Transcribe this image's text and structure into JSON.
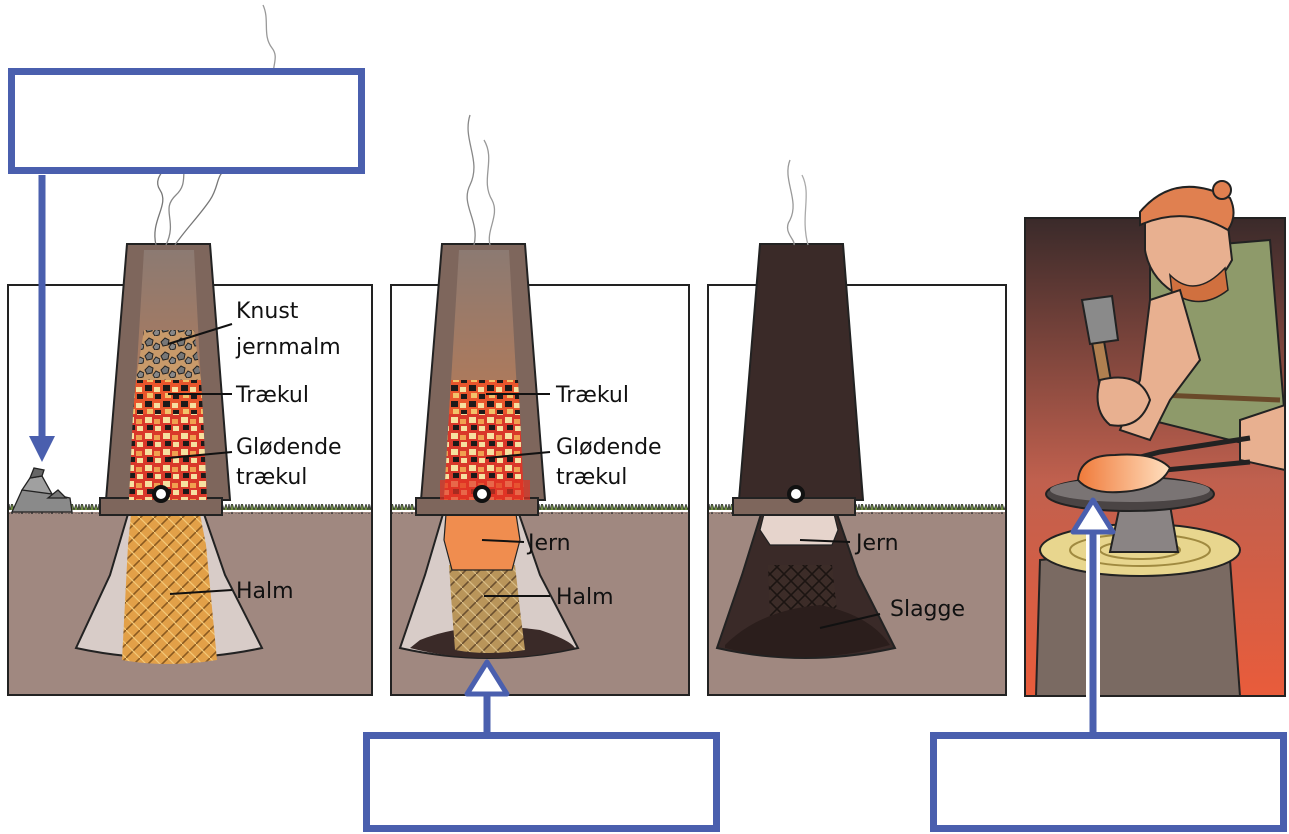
{
  "labels": {
    "knust_line1": "Knust",
    "knust_line2": "jernmalm",
    "traekul_1": "Trækul",
    "glodende_1_line1": "Glødende",
    "glodende_1_line2": "trækul",
    "halm_1": "Halm",
    "traekul_2": "Trækul",
    "glodende_2_line1": "Glødende",
    "glodende_2_line2": "trækul",
    "jern_2": "Jern",
    "halm_2": "Halm",
    "jern_3": "Jern",
    "slagge_3": "Slagge"
  },
  "answer_boxes": [
    {
      "label": ""
    },
    {
      "label": ""
    },
    {
      "label": ""
    }
  ],
  "colors": {
    "box_border": "#4a5fae",
    "soil": "#a08880",
    "chimney": "#7e665c",
    "fire": "#e63a25",
    "ember": "#f4a33c",
    "straw": "#e0a04a",
    "iron": "#f08d4f",
    "slag": "#3a2a28"
  }
}
